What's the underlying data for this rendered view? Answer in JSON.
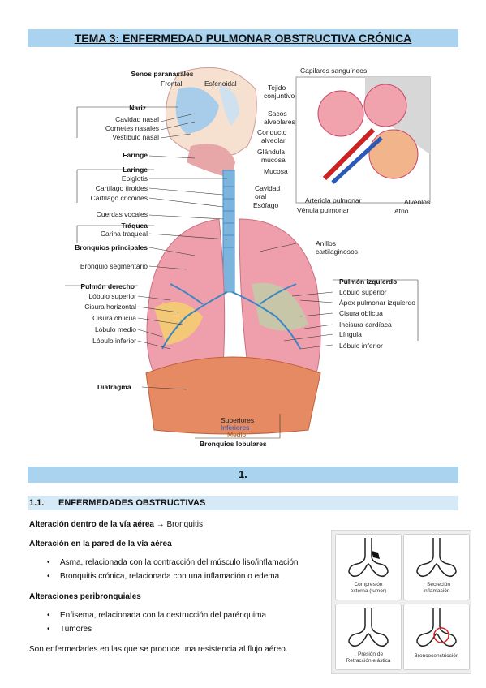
{
  "title": "TEMA 3: ENFERMEDAD PULMONAR OBSTRUCTIVA CRÓNICA",
  "diagram": {
    "left_labels": {
      "senos_title": "Senos paranasales",
      "frontal": "Frontal",
      "esfenoidal": "Esfenoidal",
      "nariz": "Nariz",
      "cavidad_nasal": "Cavidad nasal",
      "cornetes": "Cornetes nasales",
      "vestibulo": "Vestíbulo nasal",
      "faringe": "Faringe",
      "laringe": "Laringe",
      "epiglotis": "Epiglotis",
      "tiroides": "Cartílago tiroides",
      "cricoides": "Cartílago cricoides",
      "cuerdas": "Cuerdas vocales",
      "traquea": "Tráquea",
      "carina": "Carina traqueal",
      "bronquios_principales": "Bronquios principales",
      "bronquio_segmentario": "Bronquio segmentario",
      "pulmon_derecho": "Pulmón derecho",
      "lobulo_superior_d": "Lóbulo superior",
      "cisura_horizontal": "Cisura horizontal",
      "cisura_oblicua_d": "Cisura oblicua",
      "lobulo_medio": "Lóbulo medio",
      "lobulo_inferior_d": "Lóbulo inferior",
      "diafragma": "Diafragma"
    },
    "right_labels": {
      "capilares": "Capilares sanguíneos",
      "tejido": "Tejido",
      "conjuntivo": "conjuntivo",
      "sacos": "Sacos",
      "alveolares": "alveolares",
      "conducto": "Conducto",
      "alveolar": "alveolar",
      "glandula": "Glándula",
      "mucosa_g": "mucosa",
      "mucosa": "Mucosa",
      "cavidad": "Cavidad",
      "oral": "oral",
      "esofago": "Esófago",
      "arteriola": "Arteriola pulmonar",
      "alveolos": "Alvéolos",
      "venula": "Vénula pulmonar",
      "atrio": "Atrio",
      "anillos": "Anillos",
      "cartilaginosos": "cartilaginosos",
      "pulmon_izquierdo": "Pulmón izquierdo",
      "lobulo_superior_i": "Lóbulo superior",
      "apex": "Ápex pulmonar izquierdo",
      "cisura_oblicua_i": "Cisura oblicua",
      "incisura": "Incisura cardíaca",
      "lingula": "Língula",
      "lobulo_inferior_i": "Lóbulo inferior"
    },
    "bottom_labels": {
      "superiores": "Superiores",
      "inferiores": "Inferiores",
      "medio": "Medio",
      "bronquios_lobulares": "Bronquios lobulares"
    }
  },
  "section1": {
    "number": "1.",
    "title": "ENFERMEDADES"
  },
  "subsection": {
    "number": "1.1.",
    "title": "ENFERMEDADES OBSTRUCTIVAS"
  },
  "content": {
    "line1_bold": "Alteración dentro de la vía aérea",
    "line1_rest": " → Bronquitis",
    "line2": "Alteración en la pared de la vía aérea",
    "bullets_a": [
      "Asma, relacionada con la contracción del músculo liso/inflamación",
      "Bronquitis crónica, relacionada con una inflamación o edema"
    ],
    "line3": "Alteraciones peribronquiales",
    "bullets_b": [
      "Enfisema, relacionada con la destrucción del parénquima",
      "Tumores"
    ],
    "closing": "Son enfermedades en las que se produce una resistencia al flujo aéreo."
  },
  "mechanisms": [
    {
      "caption_1": "Compresión",
      "caption_2": "externa (tumor)"
    },
    {
      "caption_1": "↑ Secreción",
      "caption_2": "inflamación"
    },
    {
      "caption_1": "↓ Presión de",
      "caption_2": "Retracción elástica"
    },
    {
      "caption_1": "Broncoconstricción",
      "caption_2": ""
    }
  ],
  "colors": {
    "header_bar": "#a9d3ef",
    "sub_bar": "#d6e9f6",
    "lung": "#e89aa6",
    "diaphragm": "#e07a55",
    "bronchi": "#5aa0d0",
    "alveoli": "#f0a0a8"
  }
}
